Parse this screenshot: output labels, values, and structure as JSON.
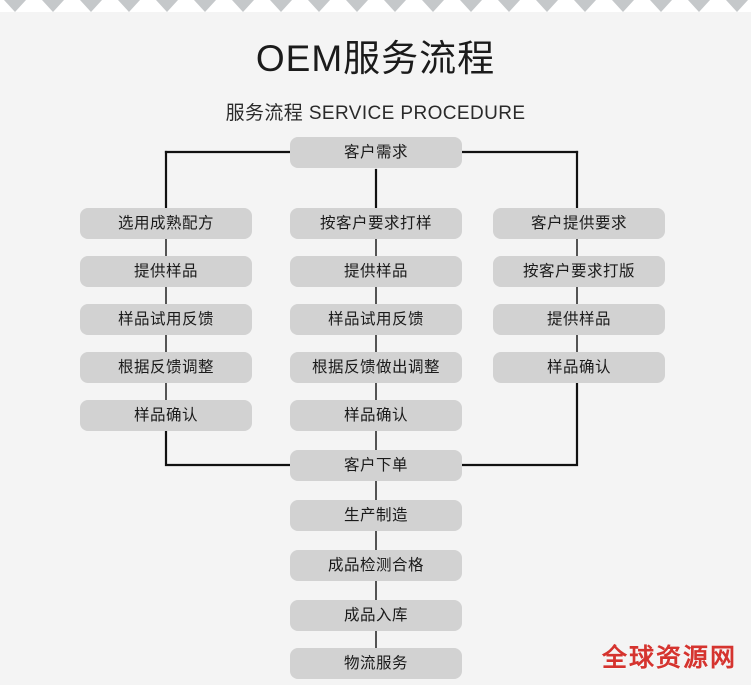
{
  "header": {
    "title": "OEM服务流程",
    "subtitle": "服务流程 SERVICE PROCEDURE"
  },
  "colors": {
    "background": "#f4f4f4",
    "node_fill": "#d2d2d2",
    "node_text": "#1a1a1a",
    "connector": "#111111",
    "watermark": "#d5342f",
    "scallop": "#c9ccce"
  },
  "flow": {
    "start": {
      "label": "客户需求"
    },
    "columns": [
      {
        "name": "left-branch",
        "nodes": [
          {
            "label": "选用成熟配方"
          },
          {
            "label": "提供样品"
          },
          {
            "label": "样品试用反馈"
          },
          {
            "label": "根据反馈调整"
          },
          {
            "label": "样品确认"
          }
        ]
      },
      {
        "name": "middle-branch",
        "nodes": [
          {
            "label": "按客户要求打样"
          },
          {
            "label": "提供样品"
          },
          {
            "label": "样品试用反馈"
          },
          {
            "label": "根据反馈做出调整"
          },
          {
            "label": "样品确认"
          }
        ]
      },
      {
        "name": "right-branch",
        "nodes": [
          {
            "label": "客户提供要求"
          },
          {
            "label": "按客户要求打版"
          },
          {
            "label": "提供样品"
          },
          {
            "label": "样品确认"
          }
        ]
      }
    ],
    "merge": {
      "label": "客户下单"
    },
    "tail": [
      {
        "label": "生产制造"
      },
      {
        "label": "成品检测合格"
      },
      {
        "label": "成品入库"
      },
      {
        "label": "物流服务"
      }
    ]
  },
  "watermark": {
    "text": "全球资源网"
  }
}
